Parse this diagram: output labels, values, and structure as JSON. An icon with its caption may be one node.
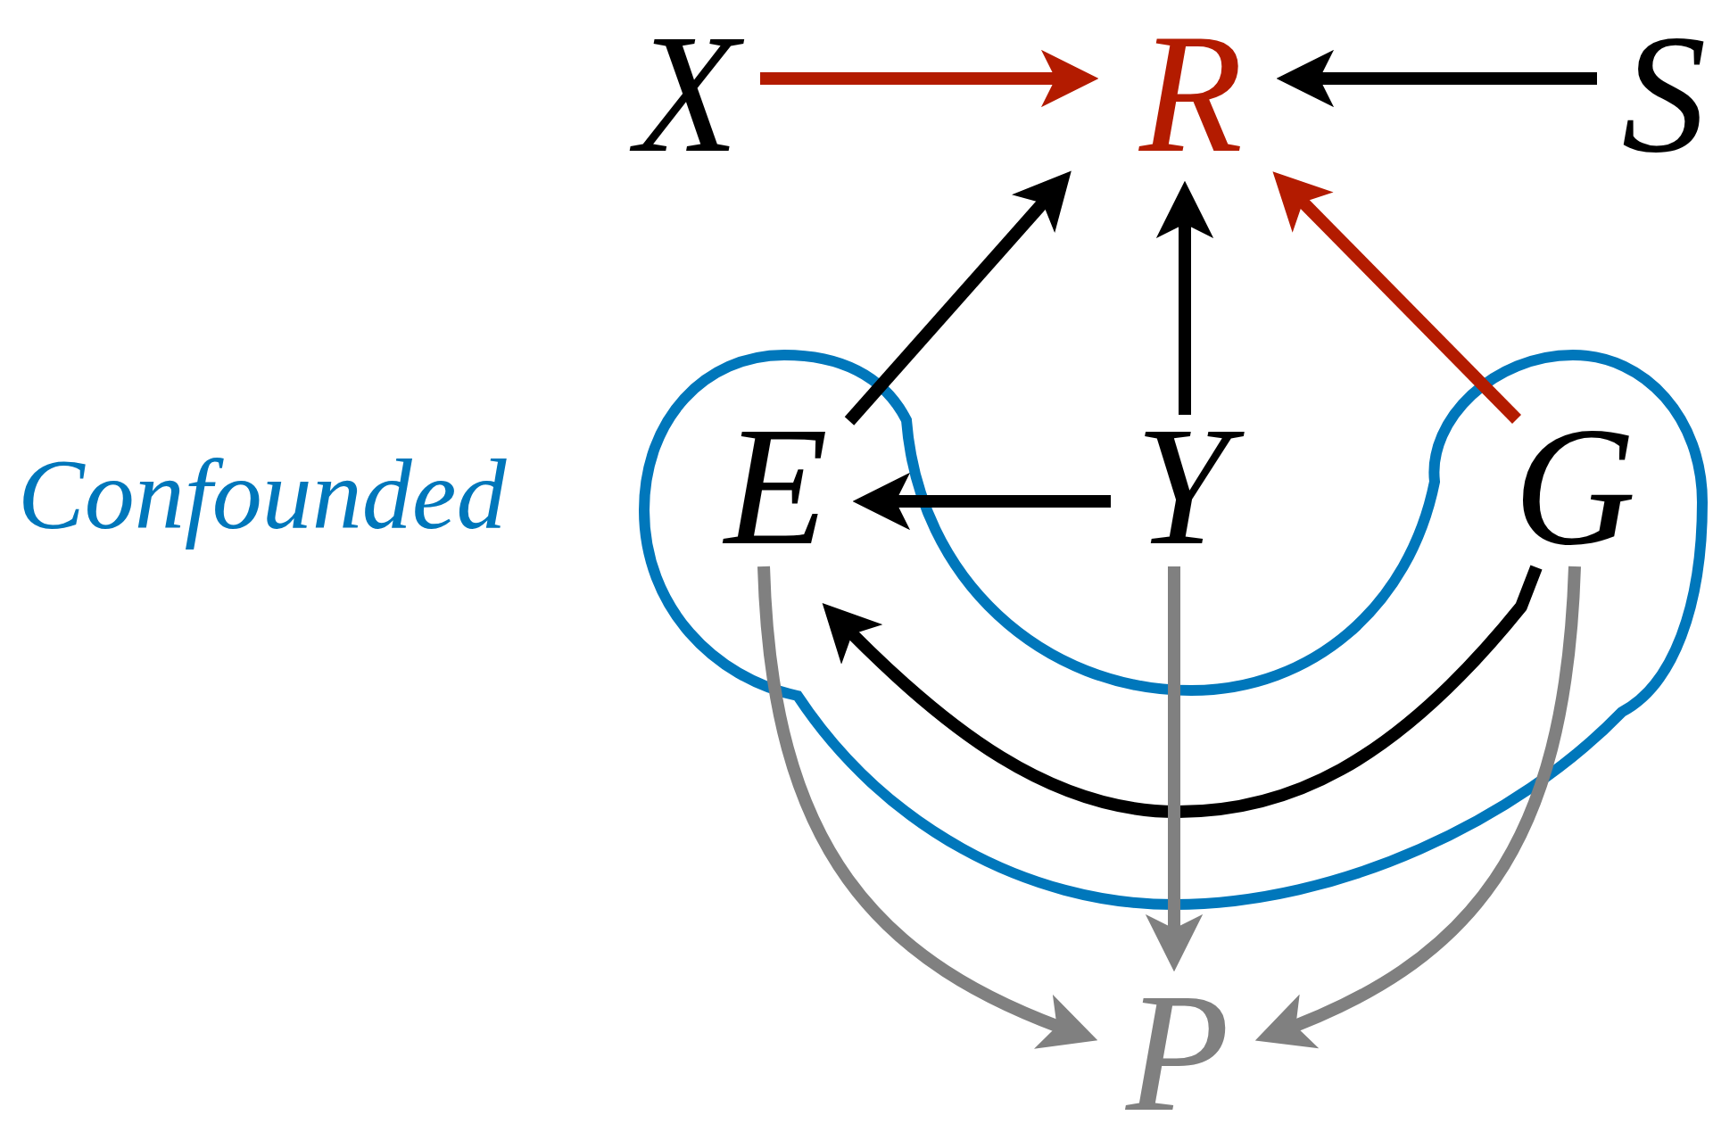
{
  "diagram": {
    "nodes": [
      {
        "text": [
          "X"
        ]
      },
      {
        "text": [
          "R"
        ]
      },
      {
        "text": [
          "S"
        ]
      },
      {
        "text": [
          "Confounded"
        ]
      },
      {
        "text": [
          "E"
        ]
      },
      {
        "text": [
          "Y"
        ]
      },
      {
        "text": [
          "G"
        ]
      },
      {
        "text": [
          "P"
        ]
      }
    ],
    "edges": [
      {
        "from": 0,
        "to": 1,
        "arrow": "to",
        "color": "#b31b00"
      },
      {
        "from": 2,
        "to": 1,
        "arrow": "to"
      },
      {
        "from": 4,
        "to": 1,
        "arrow": "to"
      },
      {
        "from": 5,
        "to": 1,
        "arrow": "to"
      },
      {
        "from": 6,
        "to": 1,
        "arrow": "to",
        "color": "#b31b00"
      },
      {
        "from": 5,
        "to": 4,
        "arrow": "to"
      },
      {
        "from": 6,
        "to": 4,
        "arrow": "to"
      },
      {
        "from": 4,
        "to": 7,
        "arrow": "to",
        "color": "#808080"
      },
      {
        "from": 5,
        "to": 7,
        "arrow": "to",
        "color": "#808080"
      },
      {
        "from": 6,
        "to": 7,
        "arrow": "to",
        "color": "#808080"
      }
    ]
  }
}
